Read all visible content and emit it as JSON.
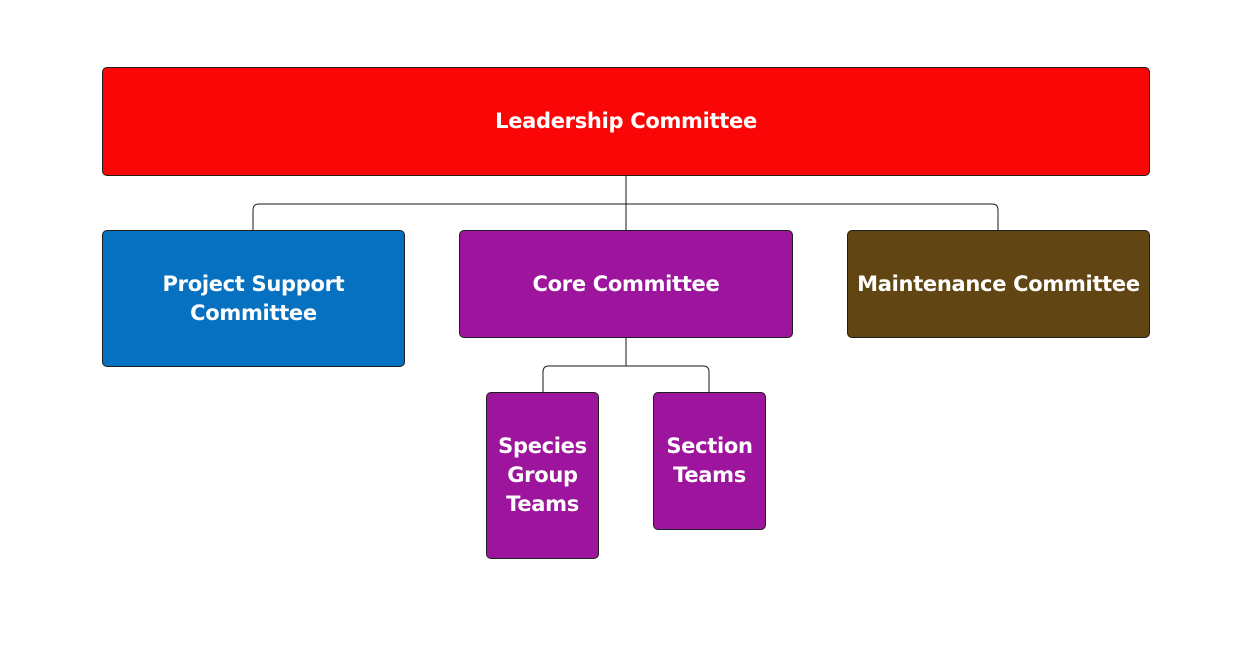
{
  "diagram": {
    "leadership": {
      "label": "Leadership Committee",
      "color": "#fb0606"
    },
    "project_support": {
      "label": "Project Support Committee",
      "color": "#0671c1"
    },
    "core": {
      "label": "Core Committee",
      "color": "#9c159c"
    },
    "maintenance": {
      "label": "Maintenance Committee",
      "color": "#614613"
    },
    "species_group": {
      "label": "Species Group Teams",
      "color": "#9c159c"
    },
    "section_teams": {
      "label": "Section Teams",
      "color": "#9c159c"
    }
  }
}
